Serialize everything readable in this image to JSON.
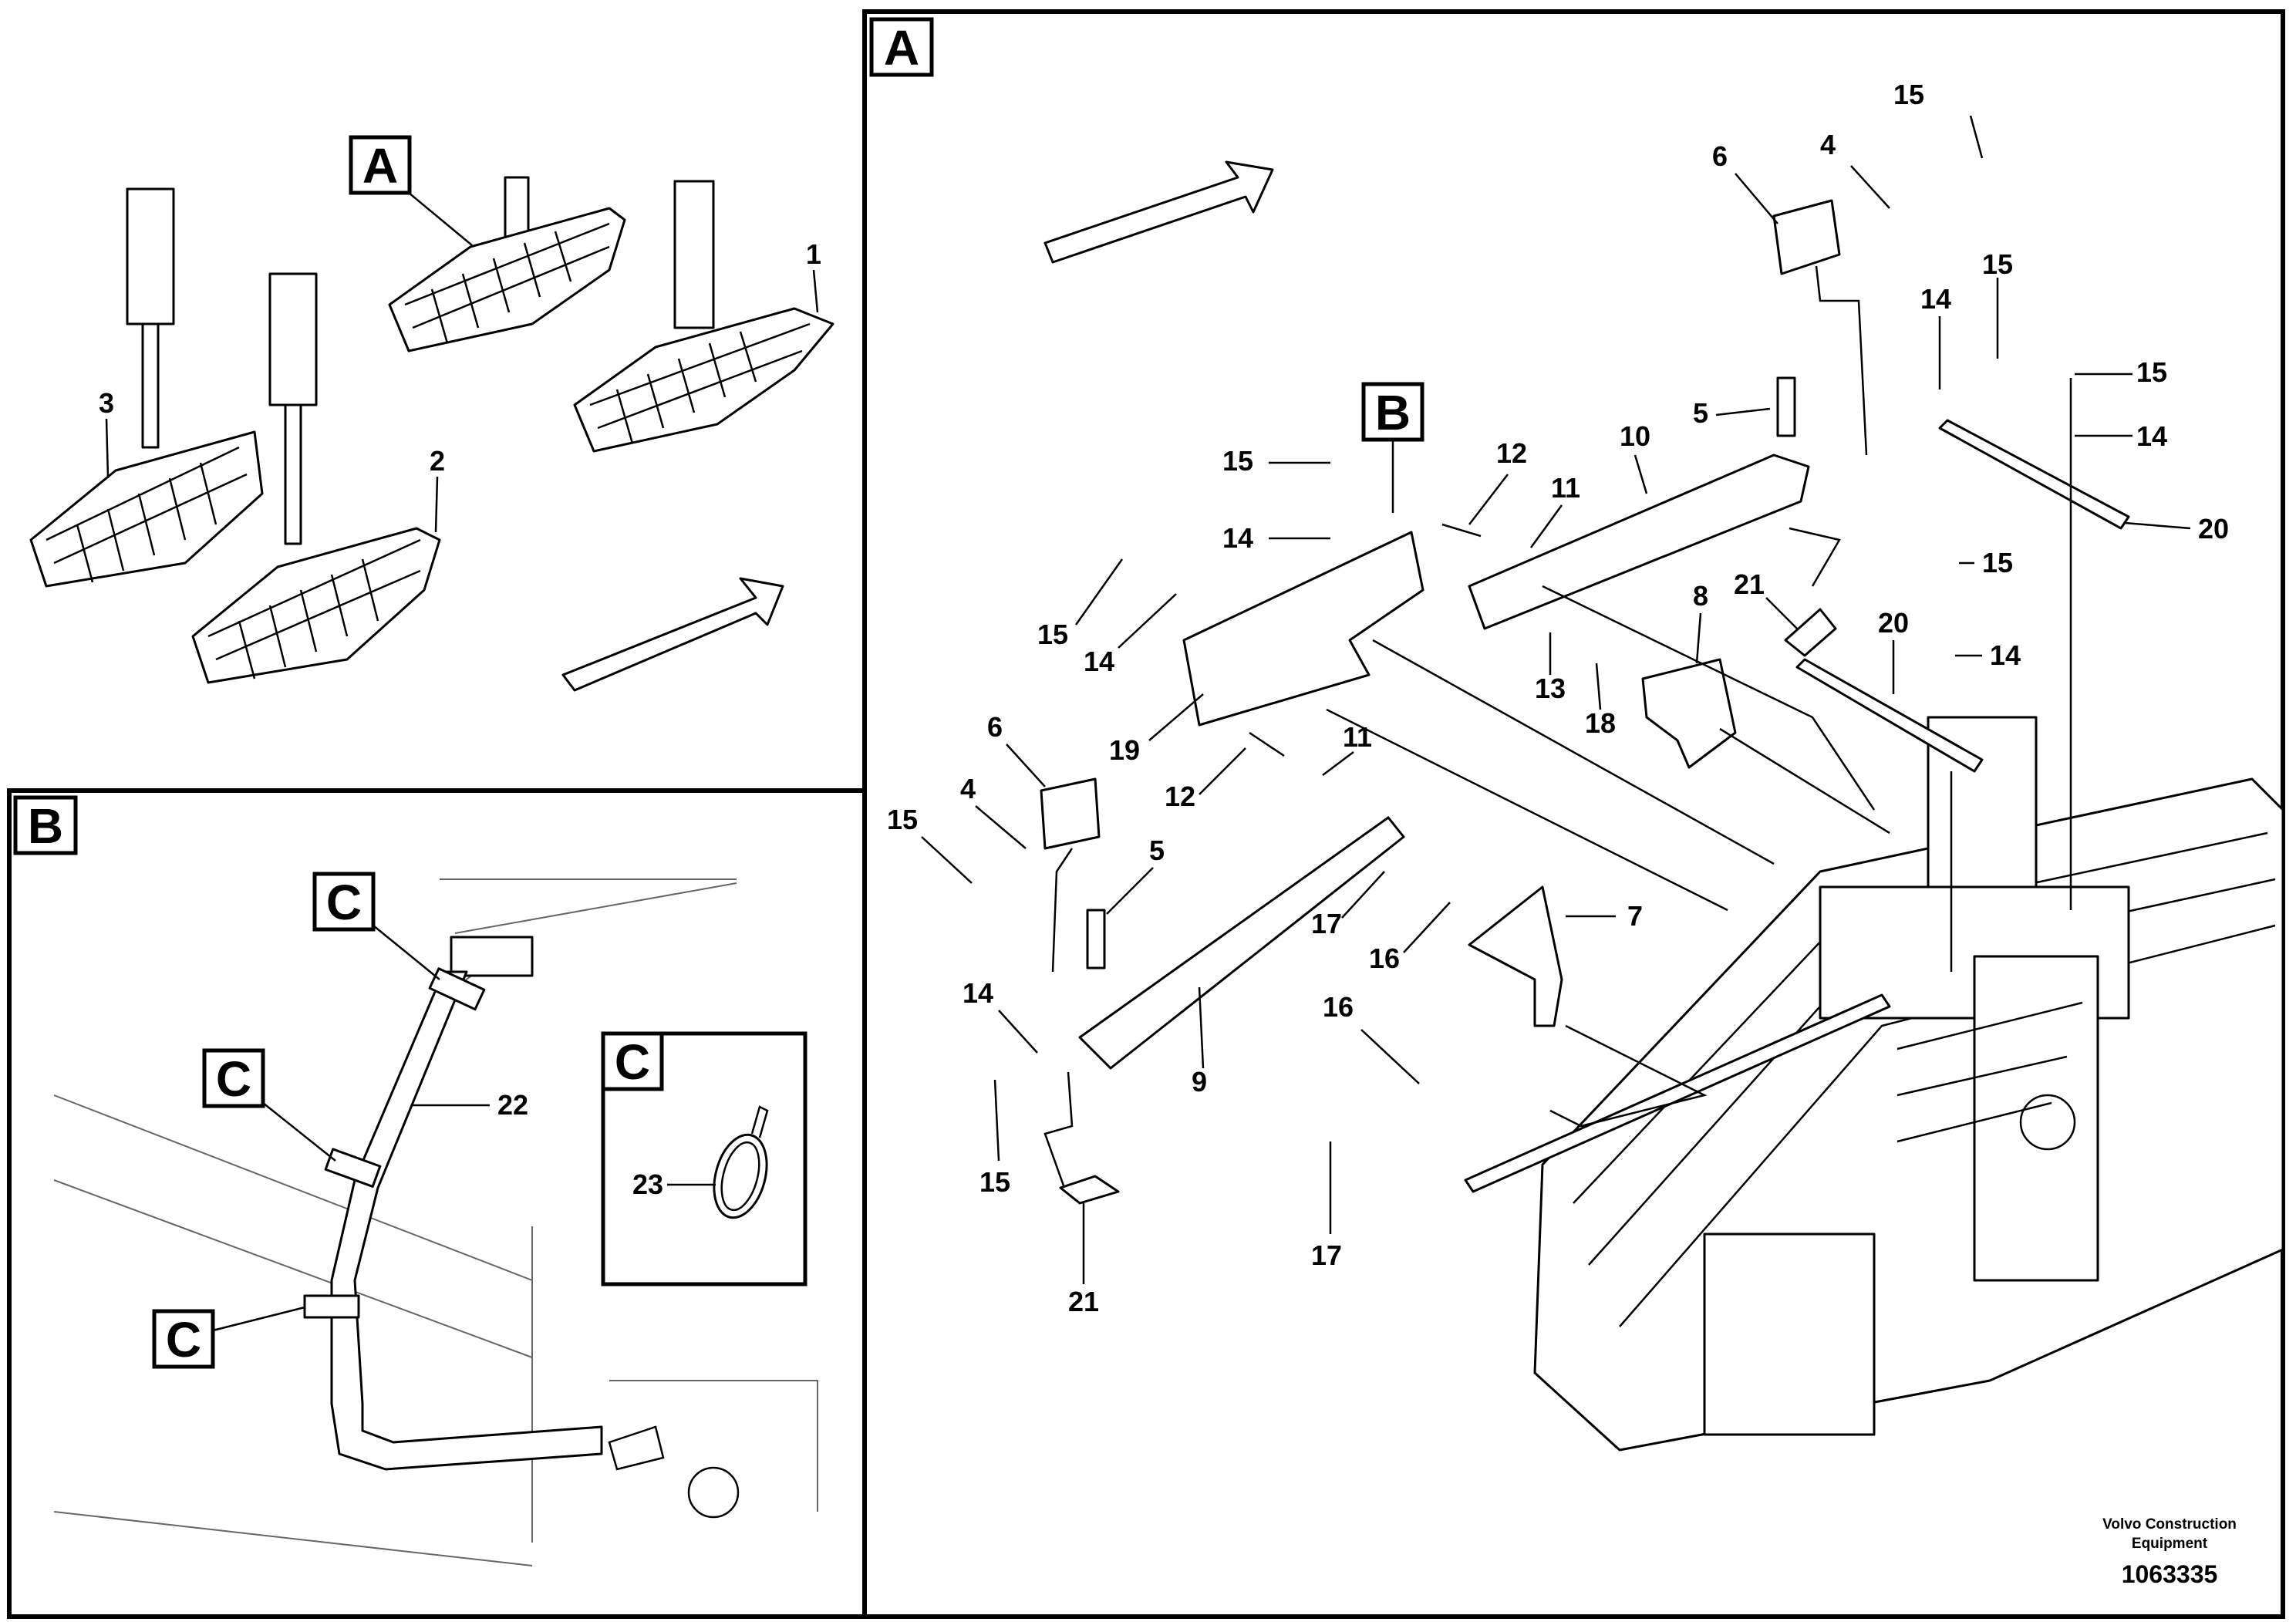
{
  "panels": {
    "A": {
      "label": "A"
    },
    "B": {
      "label": "B"
    },
    "C": {
      "label": "C"
    }
  },
  "overview": {
    "label_A": "A",
    "callouts": [
      "1",
      "2",
      "3"
    ]
  },
  "panel_a_callouts": [
    "15",
    "4",
    "6",
    "15",
    "14",
    "5",
    "10",
    "12",
    "11",
    "15",
    "14",
    "15",
    "14",
    "15",
    "14",
    "21",
    "8",
    "13",
    "18",
    "20",
    "20",
    "15",
    "14",
    "19",
    "6",
    "4",
    "15",
    "12",
    "11",
    "5",
    "17",
    "16",
    "7",
    "14",
    "9",
    "16",
    "15",
    "21",
    "17",
    "B"
  ],
  "panel_b_callouts": [
    "C",
    "C",
    "C",
    "22",
    "C",
    "23"
  ],
  "footer": {
    "company_line1": "Volvo Construction",
    "company_line2": "Equipment",
    "drawing_number": "1063335"
  }
}
